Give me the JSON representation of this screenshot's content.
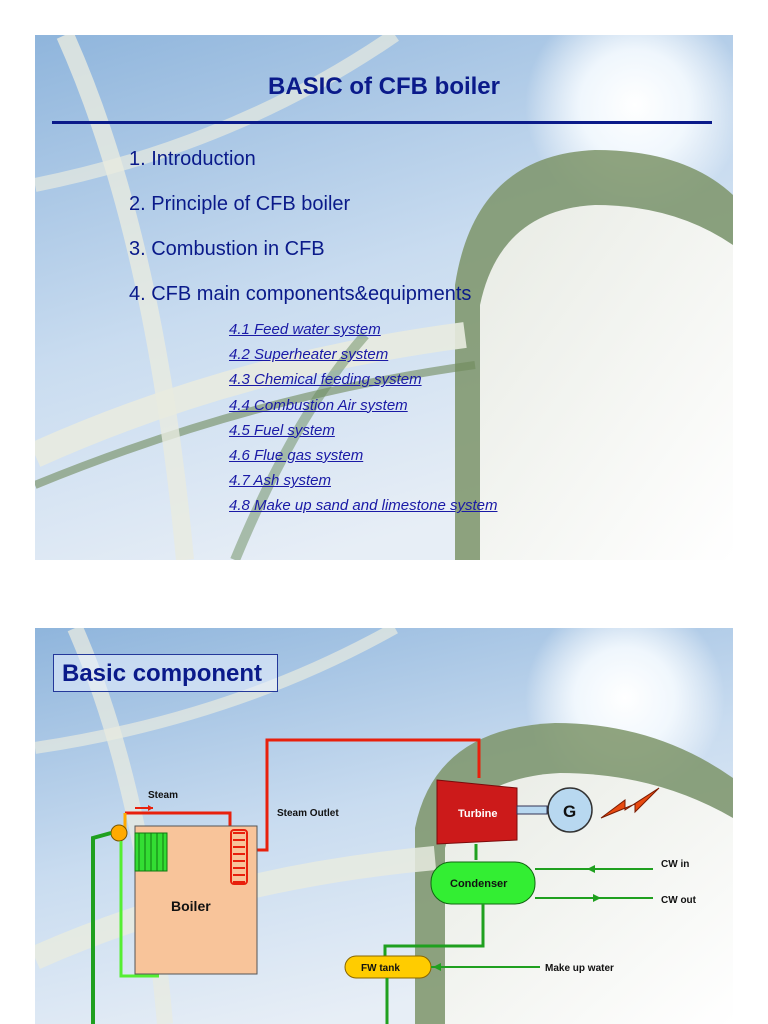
{
  "slide1": {
    "title": "BASIC of CFB boiler",
    "toc": [
      "1. Introduction",
      "2. Principle of CFB boiler",
      "3. Combustion in CFB",
      "4. CFB main components&equipments"
    ],
    "subitems": [
      "4.1 Feed water system",
      "4.2 Superheater system",
      "4.3 Chemical feeding system",
      "4.4 Combustion Air system",
      "4.5 Fuel system",
      "4.6 Flue gas system",
      "4.7 Ash system",
      "4.8 Make up sand and limestone system"
    ]
  },
  "slide2": {
    "title": "Basic component",
    "labels": {
      "steam": "Steam",
      "steam_outlet": "Steam Outlet",
      "boiler": "Boiler",
      "turbine": "Turbine",
      "generator": "G",
      "condenser": "Condenser",
      "cw_in": "CW in",
      "cw_out": "CW out",
      "fw_tank": "FW tank",
      "make_up_water": "Make up water"
    }
  },
  "colors": {
    "title_blue": "#0a1a8a",
    "link_blue": "#1a1aa6",
    "steam_red": "#e8200c",
    "water_green": "#1fa01f",
    "boiler_fill": "#f8c49a",
    "turbine_fill": "#cc1a1a",
    "condenser_fill": "#33ee33",
    "fw_tank_fill": "#ffcc00"
  }
}
